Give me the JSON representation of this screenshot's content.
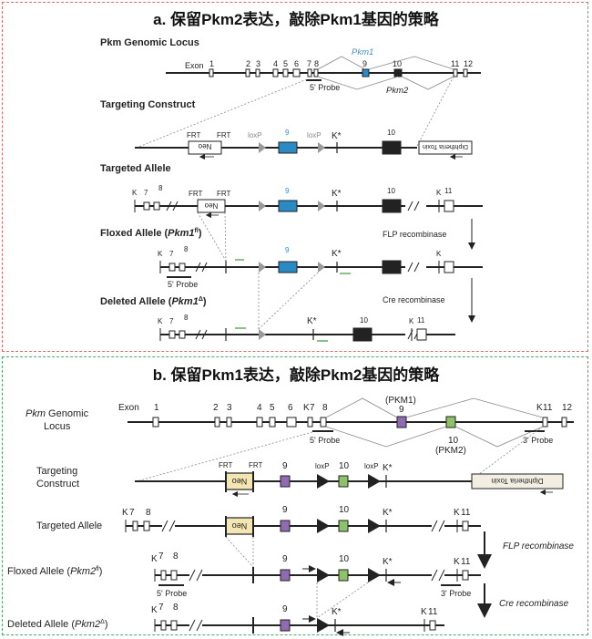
{
  "panel_a": {
    "title": "a. 保留Pkm2表达，敲除Pkm1基因的策略",
    "rows": {
      "locus": "Pkm Genomic Locus",
      "construct": "Targeting Construct",
      "targeted": "Targeted Allele",
      "floxed_prefix": "Floxed Allele (",
      "floxed_name": "Pkm1",
      "floxed_sup": "fl",
      "floxed_suffix": ")",
      "deleted_prefix": "Deleted Allele (",
      "deleted_name": "Pkm1",
      "deleted_sup": "Δ",
      "deleted_suffix": ")"
    },
    "labels": {
      "exon": "Exon",
      "pkm1": "Pkm1",
      "pkm2": "Pkm2",
      "probe5": "5' Probe",
      "frt": "FRT",
      "loxp": "loxP",
      "neo": "Neo",
      "kstar": "K*",
      "k": "K",
      "toxin": "Diphtheria Toxin",
      "flp": "FLP recombinase",
      "cre": "Cre recombinase"
    },
    "exons": [
      "1",
      "2",
      "3",
      "4",
      "5",
      "6",
      "7",
      "8",
      "9",
      "10",
      "11",
      "12"
    ]
  },
  "panel_b": {
    "title": "b. 保留Pkm1表达，敲除Pkm2基因的策略",
    "rows": {
      "locus_1": "Pkm",
      "locus_1b": " Genomic",
      "locus_2": "Locus",
      "construct_1": "Targeting",
      "construct_2": "Construct",
      "targeted": "Targeted Allele",
      "floxed_prefix": "Floxed Allele (",
      "floxed_name": "Pkm2",
      "floxed_sup": "fl",
      "floxed_suffix": ")",
      "deleted_prefix": "Deleted Allele (",
      "deleted_name": "Pkm2",
      "deleted_sup": "Δ",
      "deleted_suffix": ")"
    },
    "labels": {
      "exon": "Exon",
      "pkm1": "(PKM1)",
      "pkm2": "(PKM2)",
      "probe5": "5' Probe",
      "probe3": "3' Probe",
      "frt": "FRT",
      "loxp": "loxP",
      "neo": "Neo",
      "kstar": "K*",
      "k": "K",
      "toxin": "Diphtheria Toxin",
      "flp": "FLP recombinase",
      "cre": "Cre recombinase"
    },
    "exons": [
      "1",
      "2",
      "3",
      "4",
      "5",
      "6",
      "7",
      "8",
      "9",
      "10",
      "11",
      "12"
    ]
  },
  "colors": {
    "border_a": "#e06a6a",
    "border_b": "#4aa86e",
    "exon9_a": "#2a8ac4",
    "pkm1_label_a": "#3a8fd0",
    "exon9_b": "#8e6bb3",
    "exon10_b": "#8dc26b",
    "neo_fill_b": "#f3e6b3",
    "toxin_fill_b": "#f2efe2",
    "primer": "#3a9a3a",
    "loxp_a": "#9a9a9a"
  }
}
